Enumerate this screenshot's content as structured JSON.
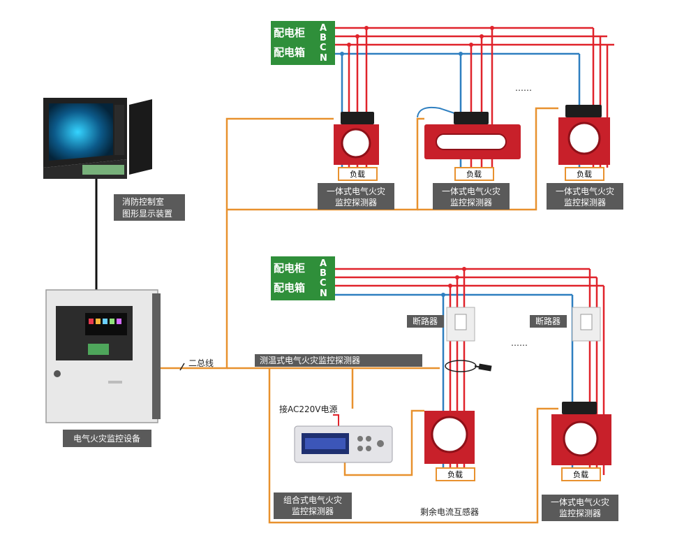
{
  "colors": {
    "green_panel": "#2f8f3a",
    "wire_red": "#e0232b",
    "wire_blue": "#2e7fc0",
    "bus_orange": "#e8912e",
    "label_gray": "#5a5a5a",
    "detector_red": "#c8202a"
  },
  "panels": [
    {
      "line1": "配电柜",
      "line2": "配电箱",
      "phases": [
        "A",
        "B",
        "C",
        "N"
      ]
    },
    {
      "line1": "配电柜",
      "line2": "配电箱",
      "phases": [
        "A",
        "B",
        "C",
        "N"
      ]
    }
  ],
  "labels": {
    "monitor_line1": "消防控制室",
    "monitor_line2": "图形显示装置",
    "control_device": "电气火灾监控设备",
    "bus_line": "二总线",
    "temp_detector": "测温式电气火灾监控探测器",
    "ac_power": "接AC220V电源",
    "combo_line1": "组合式电气火灾",
    "combo_line2": "监控探测器",
    "residual_ct": "剩余电流互感器",
    "breaker": "断路器",
    "load": "负载",
    "integrated_line1": "一体式电气火灾",
    "integrated_line2": "监控探测器",
    "ellipsis": "……"
  }
}
